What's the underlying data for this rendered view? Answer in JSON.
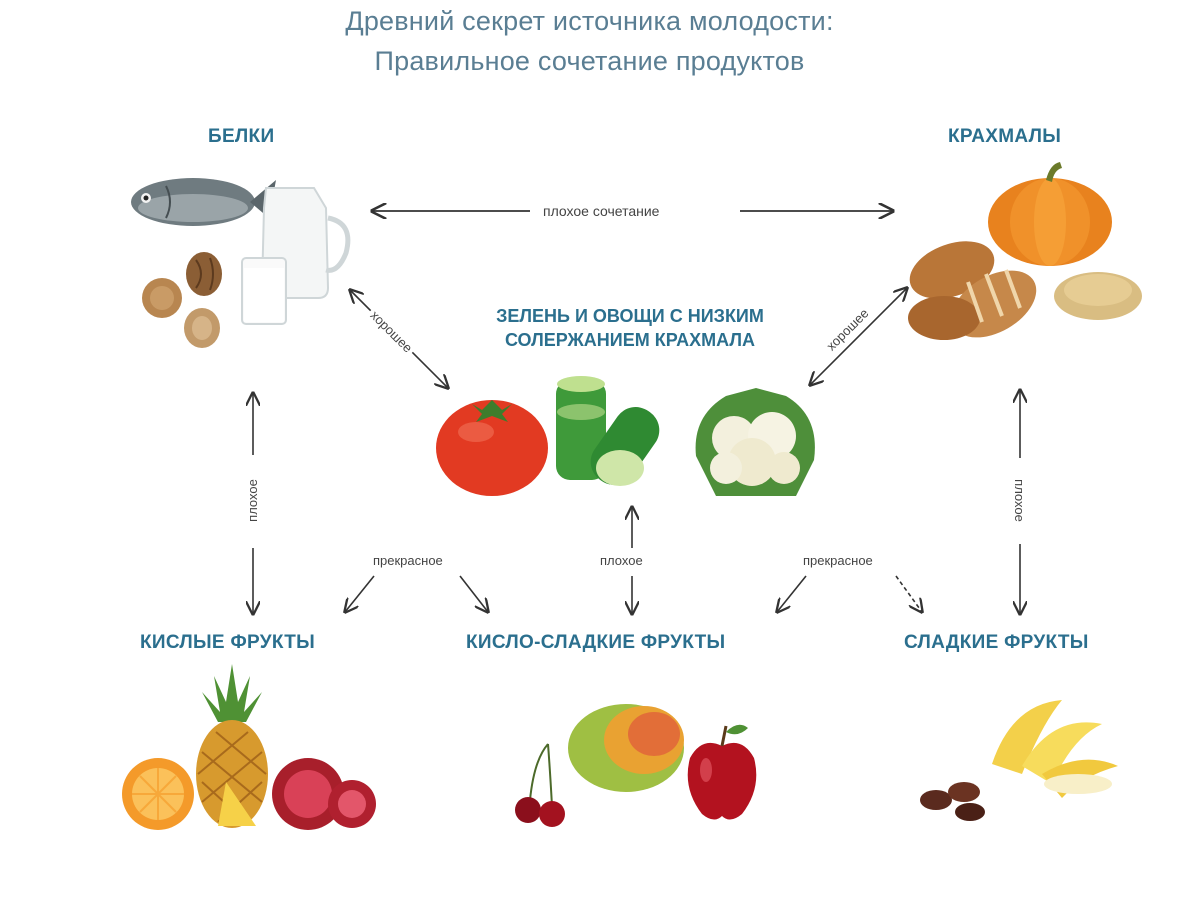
{
  "title": {
    "line1": "Древний секрет источника молодости:",
    "line2": "Правильное сочетание продуктов"
  },
  "categories": {
    "proteins": "БЕЛКИ",
    "starches": "КРАХМАЛЫ",
    "greens": "ЗЕЛЕНЬ И ОВОЩИ С НИЗКИМ СОЛЕРЖАНИЕМ КРАХМАЛА",
    "greens_line1": "ЗЕЛЕНЬ И ОВОЩИ С НИЗКИМ",
    "greens_line2": "СОЛЕРЖАНИЕМ КРАХМАЛА",
    "sour_fruits": "КИСЛЫЕ ФРУКТЫ",
    "sour_sweet_fruits": "КИСЛО-СЛАДКИЕ ФРУКТЫ",
    "sweet_fruits": "СЛАДКИЕ ФРУКТЫ"
  },
  "relations": {
    "proteins_starches": "плохое сочетание",
    "proteins_greens": "хорошее",
    "starches_greens": "хорошее",
    "proteins_sour": "плохое",
    "starches_sweet": "плохое",
    "greens_soursweet": "плохое",
    "left_excellent": "прекрасное",
    "right_excellent": "прекрасное"
  },
  "illustrations": [
    "fish-icon",
    "milk-jug-icon",
    "nuts-icon",
    "pumpkin-icon",
    "bread-icon",
    "grain-icon",
    "tomato-icon",
    "cucumber-icon",
    "cauliflower-icon",
    "pineapple-icon",
    "orange-icon",
    "pomegranate-icon",
    "mango-icon",
    "cherries-icon",
    "apple-icon",
    "banana-icon",
    "dates-icon"
  ]
}
